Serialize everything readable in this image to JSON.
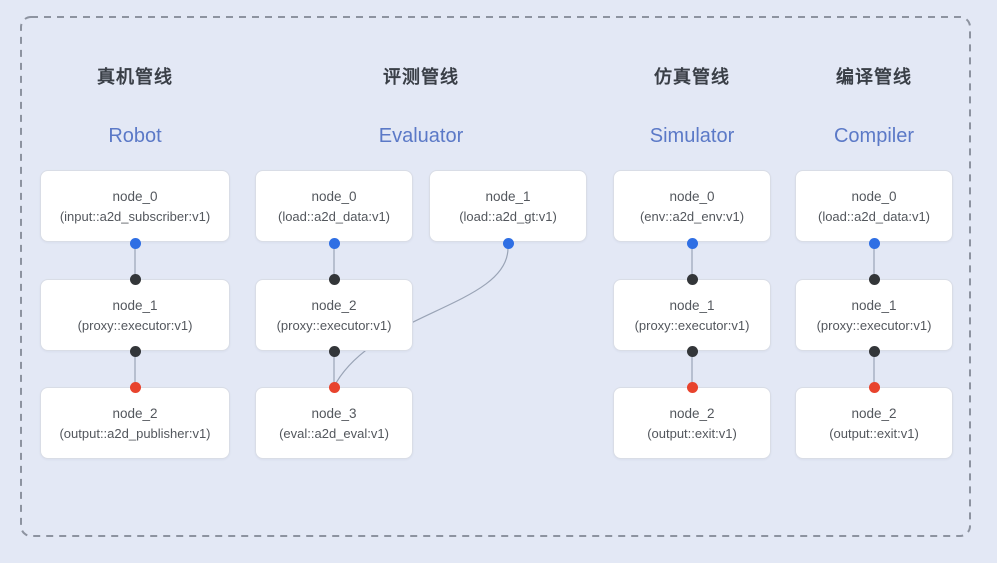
{
  "colors": {
    "background": "#e3e8f5",
    "dashed_border": "#8d93a0",
    "node_background": "#ffffff",
    "node_border": "#d9dde6",
    "title_zh_color": "#3a3f47",
    "title_en_color": "#5b79c7",
    "node_text_color": "#53575d",
    "edge_color": "#9aa4b6",
    "port_source_blue": "#2f6fe4",
    "port_connector_black": "#333639",
    "port_sink_red": "#e8432d"
  },
  "pipelines": [
    {
      "title_zh": "真机管线",
      "title_en": "Robot",
      "nodes": [
        {
          "name": "node_0",
          "type": "(input::a2d_subscriber:v1)"
        },
        {
          "name": "node_1",
          "type": "(proxy::executor:v1)"
        },
        {
          "name": "node_2",
          "type": "(output::a2d_publisher:v1)"
        }
      ]
    },
    {
      "title_zh": "评测管线",
      "title_en": "Evaluator",
      "nodes": [
        {
          "name": "node_0",
          "type": "(load::a2d_data:v1)"
        },
        {
          "name": "node_1",
          "type": "(load::a2d_gt:v1)"
        },
        {
          "name": "node_2",
          "type": "(proxy::executor:v1)"
        },
        {
          "name": "node_3",
          "type": "(eval::a2d_eval:v1)"
        }
      ]
    },
    {
      "title_zh": "仿真管线",
      "title_en": "Simulator",
      "nodes": [
        {
          "name": "node_0",
          "type": "(env::a2d_env:v1)"
        },
        {
          "name": "node_1",
          "type": "(proxy::executor:v1)"
        },
        {
          "name": "node_2",
          "type": "(output::exit:v1)"
        }
      ]
    },
    {
      "title_zh": "编译管线",
      "title_en": "Compiler",
      "nodes": [
        {
          "name": "node_0",
          "type": "(load::a2d_data:v1)"
        },
        {
          "name": "node_1",
          "type": "(proxy::executor:v1)"
        },
        {
          "name": "node_2",
          "type": "(output::exit:v1)"
        }
      ]
    }
  ]
}
